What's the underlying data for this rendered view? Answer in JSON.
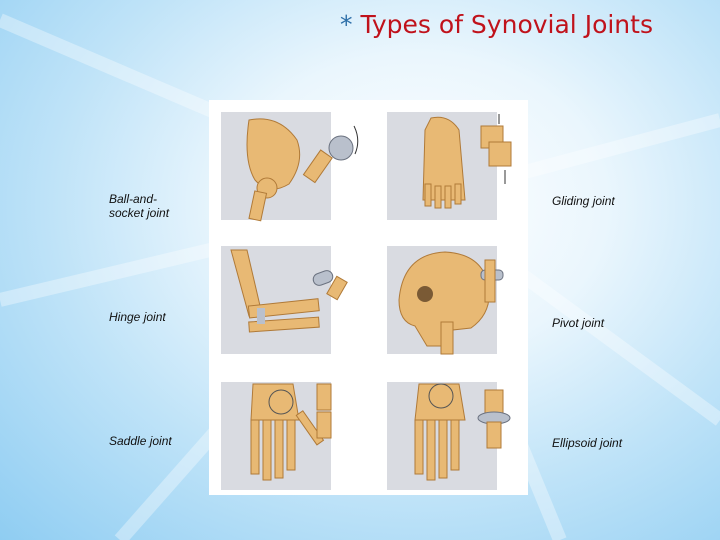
{
  "slide": {
    "title_bullet": "*",
    "title": "Types of Synovial Joints",
    "labels": {
      "ball_and_socket_line1": "Ball-and-",
      "ball_and_socket_line2": "socket joint",
      "gliding": "Gliding joint",
      "hinge": "Hinge joint",
      "pivot": "Pivot joint",
      "saddle": "Saddle joint",
      "ellipsoid": "Ellipsoid joint"
    }
  },
  "colors": {
    "title": "#c0121b",
    "bullet": "#2d6fa8",
    "bone": "#e8b974",
    "panel": "#d9dbe1",
    "cartilage": "#b9c0cc"
  }
}
